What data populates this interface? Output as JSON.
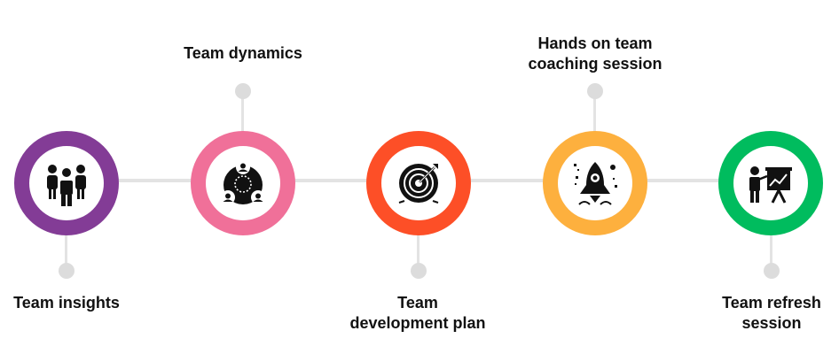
{
  "steps": [
    {
      "label": "Team insights",
      "icon": "team-group-icon",
      "color": "#833c96"
    },
    {
      "label": "Team dynamics",
      "icon": "team-network-icon",
      "color": "#f07099"
    },
    {
      "label": "Team development plan",
      "icon": "target-icon",
      "color": "#fd4f27"
    },
    {
      "label": "Hands on team coaching session",
      "icon": "rocket-icon",
      "color": "#fdb03e"
    },
    {
      "label": "Team refresh session",
      "icon": "presentation-icon",
      "color": "#00bc5e"
    }
  ],
  "labels": {
    "step1": "Team insights",
    "step2": "Team dynamics",
    "step3_line1": "Team",
    "step3_line2": "development plan",
    "step4_line1": "Hands on team",
    "step4_line2": "coaching session",
    "step5_line1": "Team refresh",
    "step5_line2": "session"
  }
}
